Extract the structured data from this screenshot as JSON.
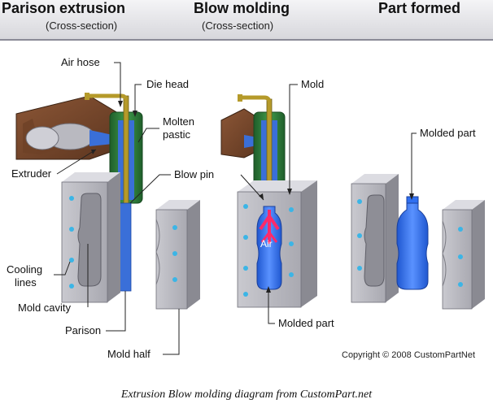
{
  "header": {
    "col1_title": "Parison extrusion",
    "col1_sub": "(Cross-section)",
    "col2_title": "Blow molding",
    "col2_sub": "(Cross-section)",
    "col3_title": "Part formed"
  },
  "labels": {
    "air_hose": "Air hose",
    "die_head": "Die head",
    "molten_plastic_line1": "Molten",
    "molten_plastic_line2": "pastic",
    "extruder": "Extruder",
    "blow_pin": "Blow pin",
    "cooling_lines_line1": "Cooling",
    "cooling_lines_line2": "lines",
    "mold_cavity": "Mold cavity",
    "parison": "Parison",
    "mold_half": "Mold half",
    "mold": "Mold",
    "air": "Air",
    "molded_part_mid": "Molded part",
    "molded_part_right": "Molded part"
  },
  "copyright": "Copyright © 2008 CustomPartNet",
  "caption": "Extrusion Blow molding diagram from CustomPart.net",
  "colors": {
    "header_border": "#8a8a96",
    "die_head": "#2f7a3a",
    "molten_plastic": "#3a6fd8",
    "extruder": "#7a4a2e",
    "blow_pin": "#b59a2a",
    "mold": "#9a9aa2",
    "cooling_dots": "#3bb5e6",
    "bottle": "#2f6ff0",
    "air": "#ff2a6a"
  }
}
